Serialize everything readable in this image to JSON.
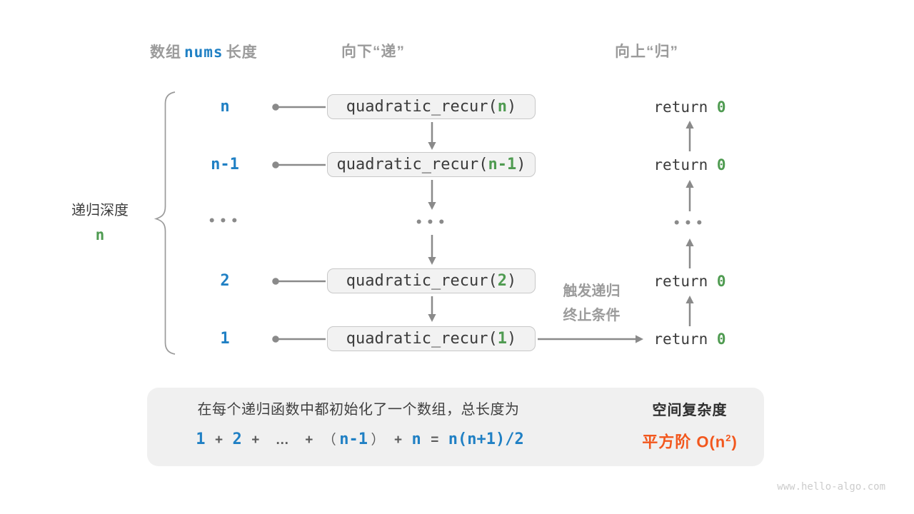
{
  "colors": {
    "accent_blue": "#2080c4",
    "accent_green": "#4f9b51",
    "accent_orange": "#f2571d",
    "label_gray": "#9b9b9b",
    "arrow_gray": "#8a8a8a",
    "panel_bg": "#f0f0f0",
    "box_bg": "#f2f2f2"
  },
  "header": {
    "left_pre": "数组",
    "left_code": "nums",
    "left_post": "长度",
    "mid": "向下“递”",
    "right": "向上“归”"
  },
  "depth_label": {
    "title": "递归深度",
    "value": "n"
  },
  "code": {
    "call_prefix": "quadratic_recur(",
    "call_suffix": ")",
    "return_kw": "return",
    "return_val": "0"
  },
  "rows": [
    {
      "depth": "n",
      "arg": "n"
    },
    {
      "depth": "n-1",
      "arg": "n-1"
    },
    {
      "depth": "2",
      "arg": "2"
    },
    {
      "depth": "1",
      "arg": "1"
    }
  ],
  "dots": "•••",
  "trigger": {
    "line1": "触发递归",
    "line2": "终止条件"
  },
  "panel": {
    "line1": "在每个递归函数中都初始化了一个数组，总长度为",
    "formula": [
      "1",
      "+",
      "2",
      "+",
      "…",
      "+",
      "（",
      "n-1",
      "）",
      "+",
      "n",
      "=",
      "n(n+1)/2"
    ],
    "result_title": "空间复杂度",
    "result_prefix": "平方阶 O(n",
    "result_sup": "2",
    "result_suffix": ")"
  },
  "watermark": "www.hello-algo.com"
}
